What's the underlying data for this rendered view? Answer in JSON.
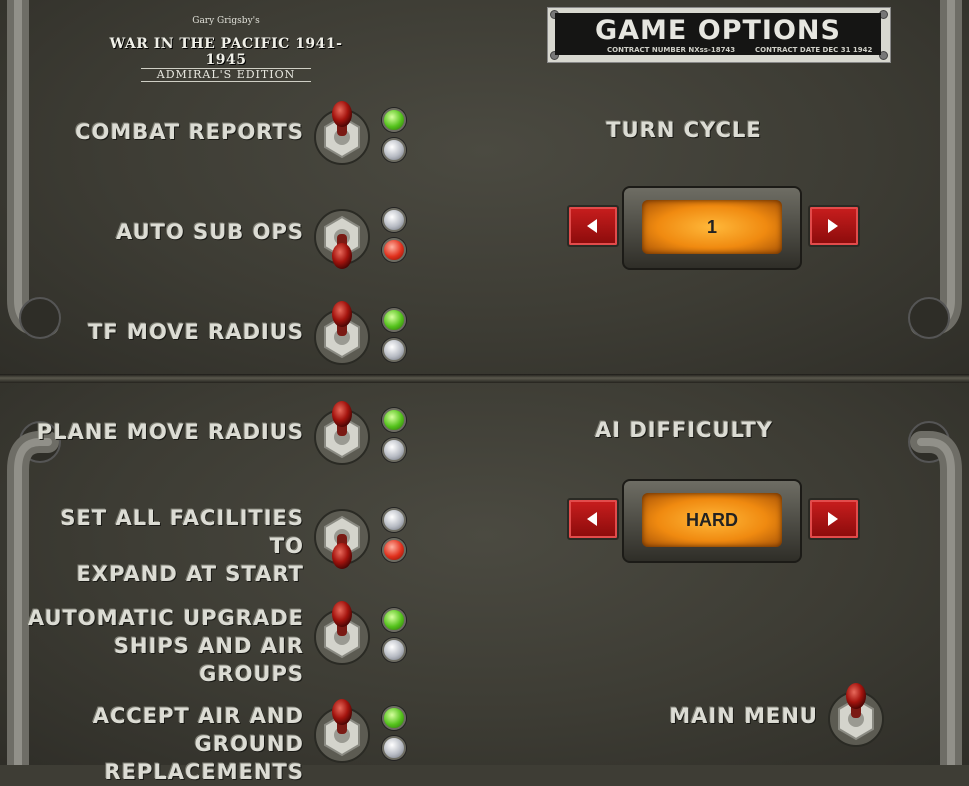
{
  "logo": {
    "by": "Gary Grigsby's",
    "name": "WAR IN THE PACIFIC 1941-1945",
    "edition": "ADMIRAL'S EDITION"
  },
  "title_plate": {
    "title": "GAME OPTIONS",
    "contract_number": "CONTRACT NUMBER NXss-18743",
    "contract_date": "CONTRACT DATE DEC 31 1942"
  },
  "options": [
    {
      "line1": "COMBAT REPORTS",
      "line2": "",
      "state": "on"
    },
    {
      "line1": "AUTO SUB OPS",
      "line2": "",
      "state": "off"
    },
    {
      "line1": "TF MOVE RADIUS",
      "line2": "",
      "state": "on"
    },
    {
      "line1": "PLANE MOVE RADIUS",
      "line2": "",
      "state": "on"
    },
    {
      "line1": "SET ALL FACILITIES TO",
      "line2": "EXPAND AT START",
      "state": "off"
    },
    {
      "line1": "AUTOMATIC UPGRADE",
      "line2": "SHIPS AND AIR GROUPS",
      "state": "on"
    },
    {
      "line1": "ACCEPT AIR AND",
      "line2": "GROUND REPLACEMENTS",
      "state": "on"
    }
  ],
  "turn_cycle": {
    "label": "TURN CYCLE",
    "value": "1"
  },
  "ai_difficulty": {
    "label": "AI DIFFICULTY",
    "value": "HARD"
  },
  "main_menu": {
    "label": "MAIN MENU"
  },
  "colors": {
    "lamp_green": "#54c21c",
    "lamp_red": "#e0301c",
    "display_orange": "#f08a10",
    "button_red": "#c91e1e"
  }
}
